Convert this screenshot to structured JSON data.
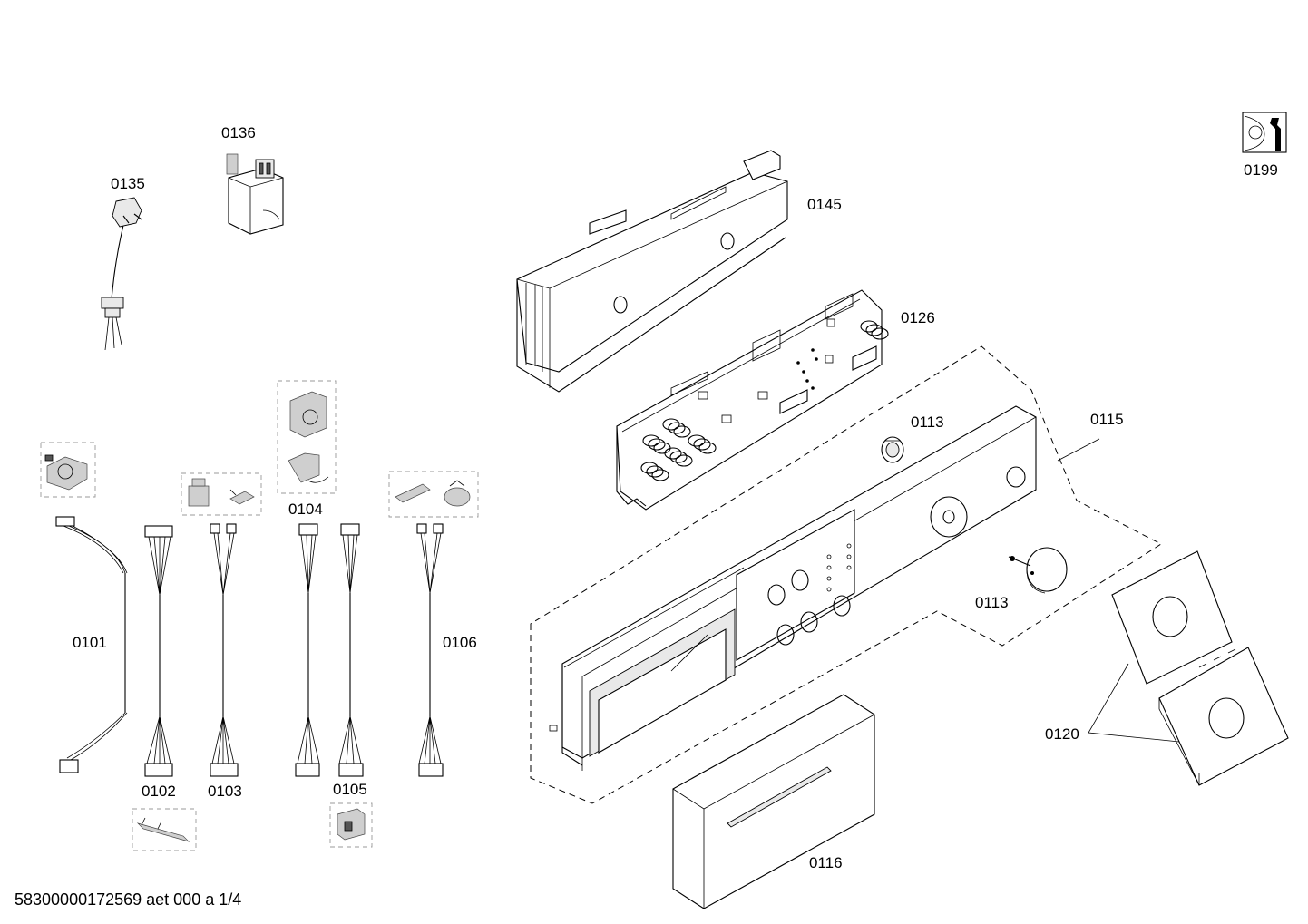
{
  "parts": {
    "p0135": "0135",
    "p0136": "0136",
    "p0145": "0145",
    "p0126": "0126",
    "p0199": "0199",
    "p0113a": "0113",
    "p0113b": "0113",
    "p0115": "0115",
    "p0116": "0116",
    "p0120": "0120",
    "p0101": "0101",
    "p0102": "0102",
    "p0103": "0103",
    "p0104": "0104",
    "p0105": "0105",
    "p0106": "0106"
  },
  "footer": "58300000172569 aet 000 a 1/4",
  "icons": {
    "service": "wrench-service-icon"
  }
}
